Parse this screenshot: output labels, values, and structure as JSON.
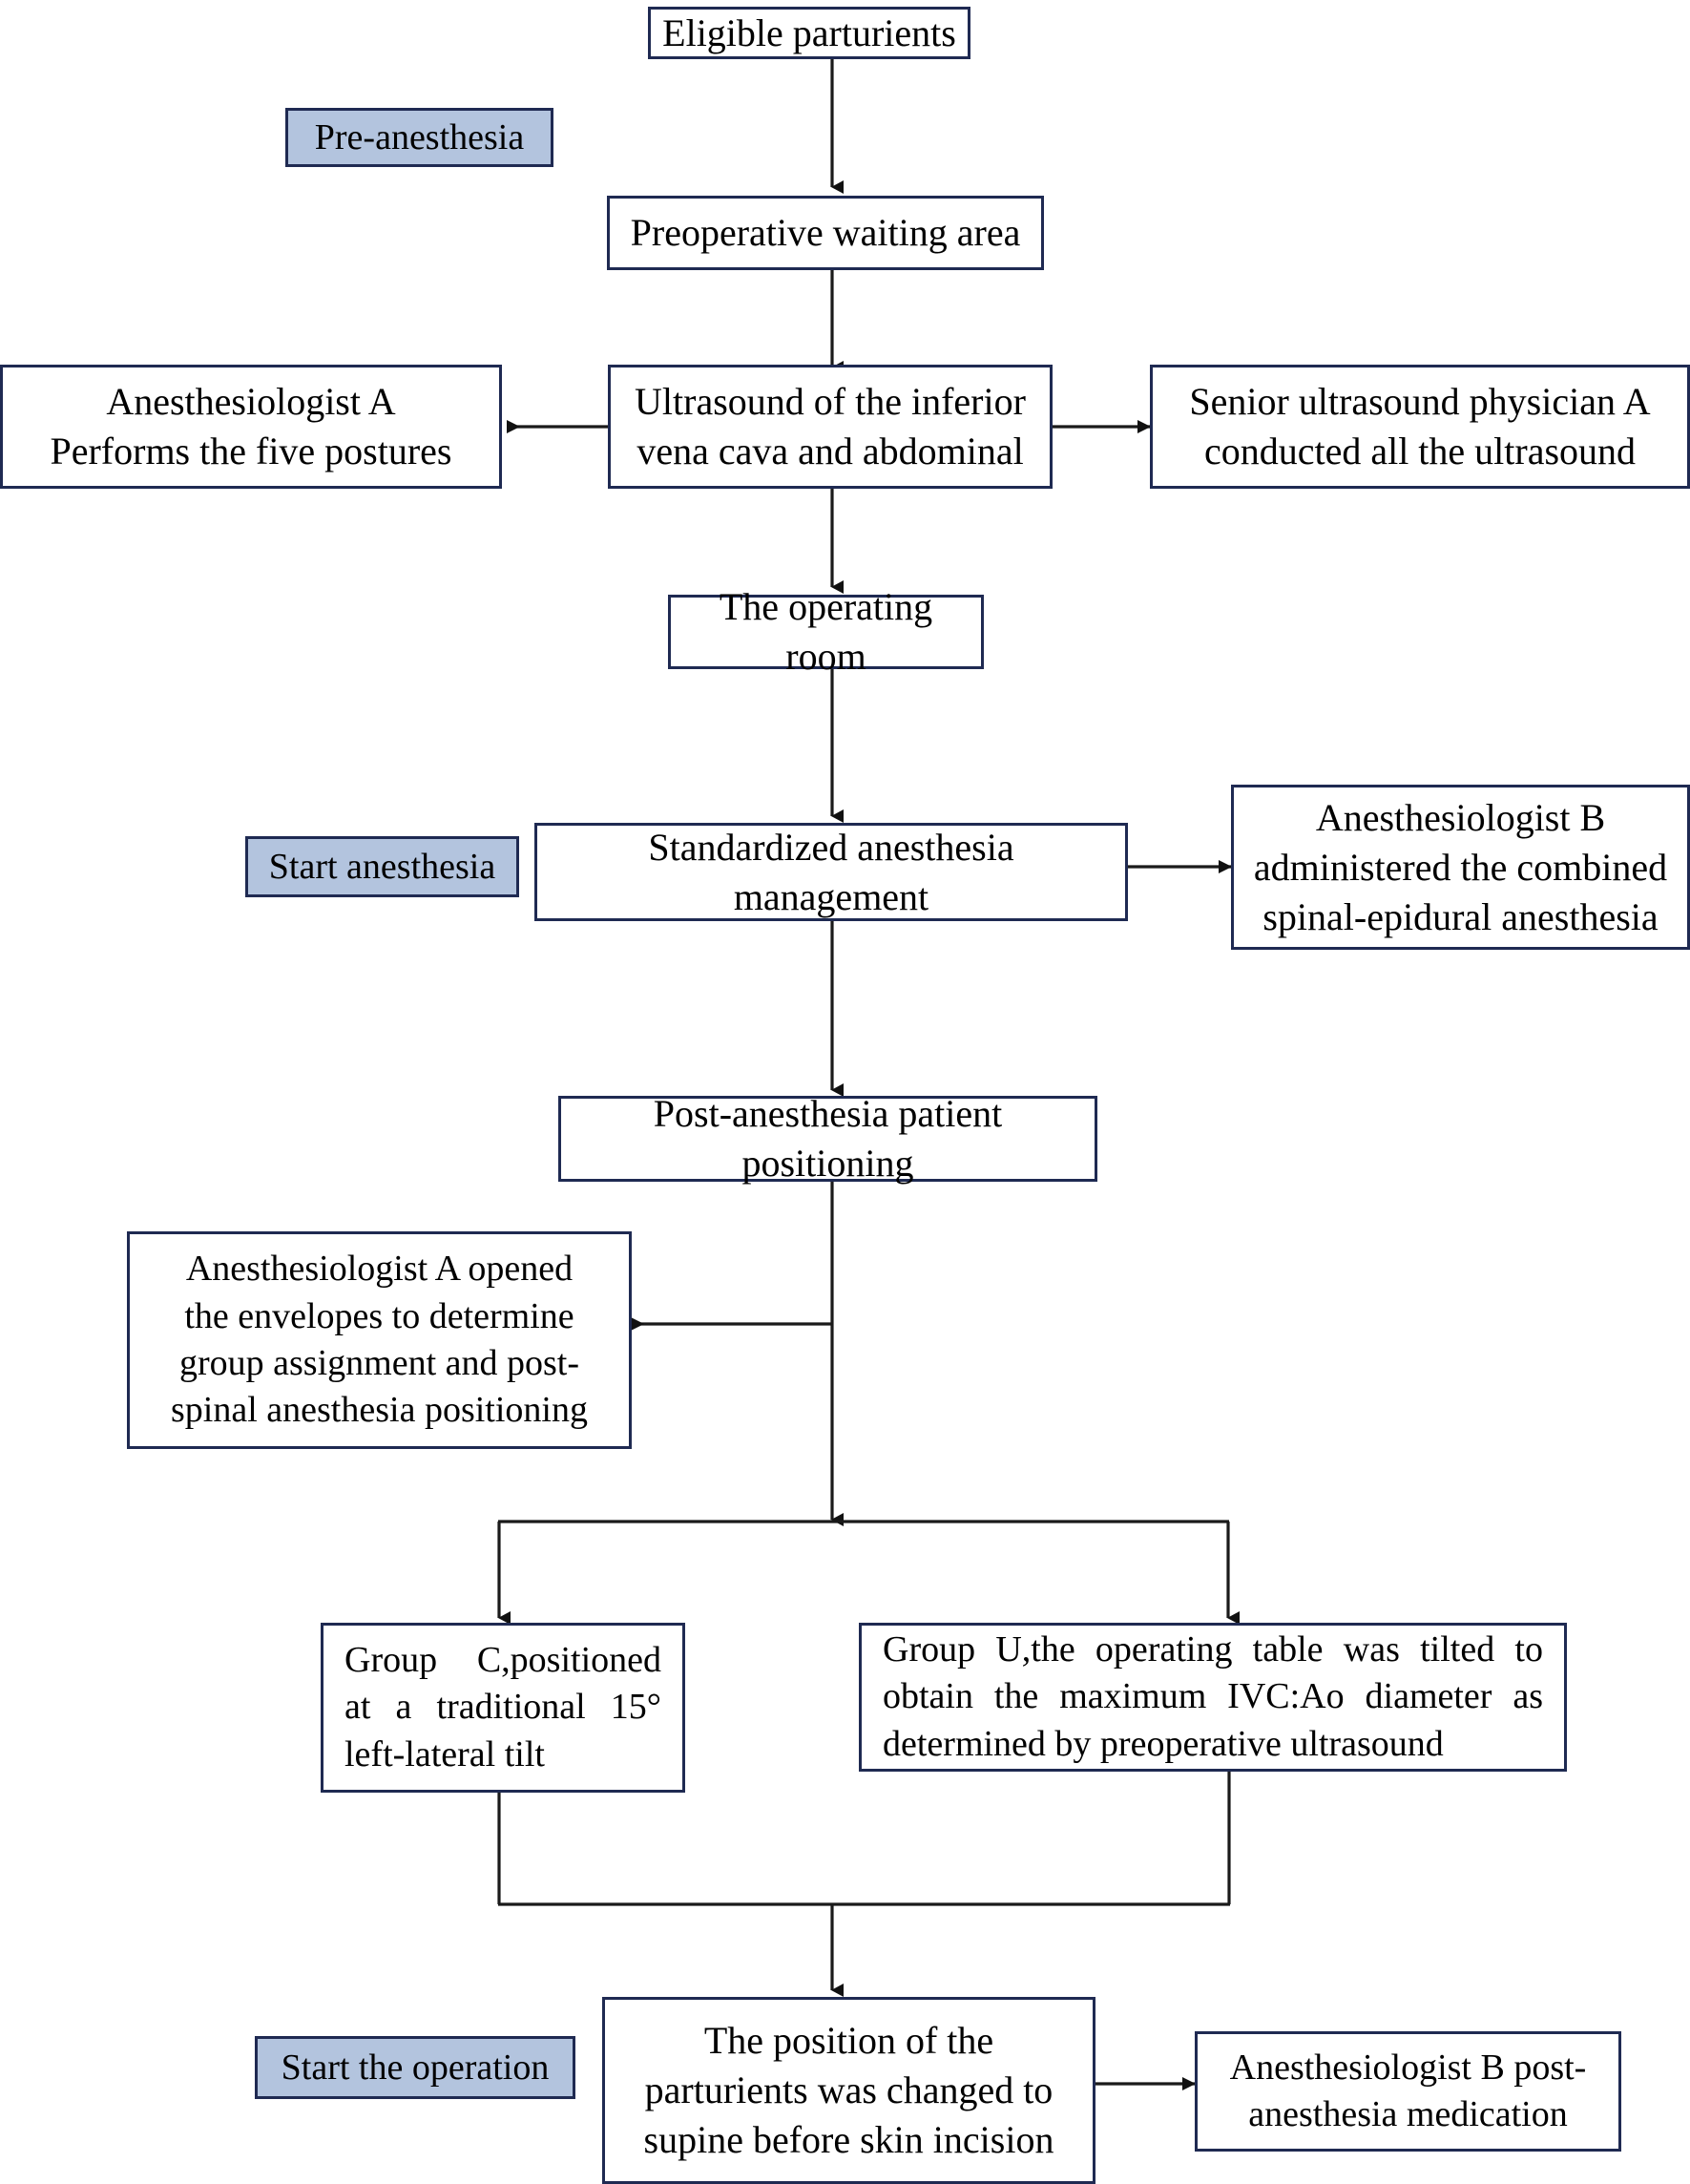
{
  "diagram": {
    "title": "Study flow diagram of parturient anesthesia positioning trial",
    "type": "flowchart",
    "colors": {
      "box_border": "#1f2a52",
      "box_fill": "#ffffff",
      "stage_fill": "#b3c4de",
      "connector": "#1a1a1a",
      "text": "#000000",
      "background": "#ffffff"
    },
    "stages": [
      {
        "id": "stage-pre-anesthesia",
        "label": "Pre-anesthesia"
      },
      {
        "id": "stage-start-anesthesia",
        "label": "Start anesthesia"
      },
      {
        "id": "stage-start-operation",
        "label": "Start the operation"
      }
    ],
    "nodes": [
      {
        "id": "eligible-parturients",
        "label": "Eligible parturients"
      },
      {
        "id": "preoperative-waiting-area",
        "label": "Preoperative waiting area"
      },
      {
        "id": "anesthesiologist-a-postures",
        "label": "Anesthesiologist A\nPerforms the five postures"
      },
      {
        "id": "ultrasound-ivc-abdominal",
        "label": "Ultrasound of the inferior\nvena cava and abdominal"
      },
      {
        "id": "senior-ultrasound-physician",
        "label": "Senior ultrasound physician A\nconducted all the ultrasound"
      },
      {
        "id": "the-operating-room",
        "label": "The operating room"
      },
      {
        "id": "standardized-anesthesia-management",
        "label": "Standardized anesthesia management"
      },
      {
        "id": "anesthesiologist-b-csea",
        "label": "Anesthesiologist B\nadministered the combined\nspinal-epidural anesthesia"
      },
      {
        "id": "post-anesthesia-patient-positioning",
        "label": "Post-anesthesia patient positioning"
      },
      {
        "id": "anesthesiologist-a-envelopes",
        "label": "Anesthesiologist A opened\nthe envelopes to determine\ngroup assignment and post-\nspinal anesthesia positioning"
      },
      {
        "id": "group-c",
        "label": "Group C,positioned at a traditional 15° left-lateral tilt"
      },
      {
        "id": "group-u",
        "label": "Group U,the operating table was tilted to obtain the maximum IVC:Ao diameter as determined by preoperative ultrasound"
      },
      {
        "id": "position-changed-supine",
        "label": "The position of the\nparturients was changed to\nsupine before skin incision"
      },
      {
        "id": "anesthesiologist-b-medication",
        "label": "Anesthesiologist B post-\nanesthesia medication"
      }
    ],
    "edges": [
      {
        "from": "eligible-parturients",
        "to": "preoperative-waiting-area",
        "direction": "down"
      },
      {
        "from": "preoperative-waiting-area",
        "to": "ultrasound-ivc-abdominal",
        "direction": "down"
      },
      {
        "from": "ultrasound-ivc-abdominal",
        "to": "anesthesiologist-a-postures",
        "direction": "left"
      },
      {
        "from": "ultrasound-ivc-abdominal",
        "to": "senior-ultrasound-physician",
        "direction": "right"
      },
      {
        "from": "ultrasound-ivc-abdominal",
        "to": "the-operating-room",
        "direction": "down"
      },
      {
        "from": "the-operating-room",
        "to": "standardized-anesthesia-management",
        "direction": "down"
      },
      {
        "from": "standardized-anesthesia-management",
        "to": "anesthesiologist-b-csea",
        "direction": "right"
      },
      {
        "from": "standardized-anesthesia-management",
        "to": "post-anesthesia-patient-positioning",
        "direction": "down"
      },
      {
        "from": "post-anesthesia-patient-positioning",
        "to": "anesthesiologist-a-envelopes",
        "direction": "left-branch"
      },
      {
        "from": "post-anesthesia-patient-positioning",
        "to": "group-c",
        "direction": "down-split-left"
      },
      {
        "from": "post-anesthesia-patient-positioning",
        "to": "group-u",
        "direction": "down-split-right"
      },
      {
        "from": "group-c",
        "to": "position-changed-supine",
        "direction": "down-merge"
      },
      {
        "from": "group-u",
        "to": "position-changed-supine",
        "direction": "down-merge"
      },
      {
        "from": "position-changed-supine",
        "to": "anesthesiologist-b-medication",
        "direction": "right"
      }
    ]
  }
}
